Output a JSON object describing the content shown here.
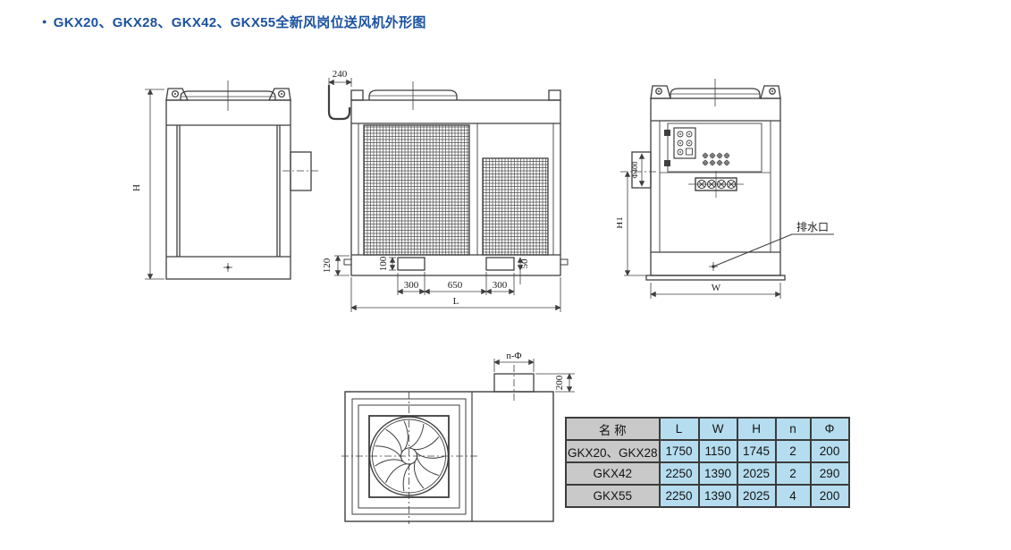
{
  "title": {
    "bullet": "●",
    "text": "GKX20、GKX28、GKX42、GKX55全新风岗位送风机外形图"
  },
  "drawings": {
    "front": {
      "height": "H"
    },
    "side": {
      "top_width": "240",
      "base_height": "120",
      "slot_left_height": "100",
      "slot_right_height": "50",
      "span_left": "300",
      "span_mid": "650",
      "span_right": "300",
      "length": "L"
    },
    "rear": {
      "duct_dia": "Φ400",
      "height1": "H1",
      "width": "W",
      "drain_label": "排水口"
    },
    "bottom": {
      "duct_label": "n-Φ",
      "duct_depth": "200"
    }
  },
  "table": {
    "headers": [
      "名 称",
      "L",
      "W",
      "H",
      "n",
      "Φ"
    ],
    "rows": [
      [
        "GKX20、GKX28",
        "1750",
        "1150",
        "1745",
        "2",
        "200"
      ],
      [
        "GKX42",
        "2250",
        "1390",
        "2025",
        "2",
        "290"
      ],
      [
        "GKX55",
        "2250",
        "1390",
        "2025",
        "4",
        "200"
      ]
    ]
  },
  "colors": {
    "title_blue": "#1b52a0",
    "drawing_line": "#3f3f3f",
    "table_border": "#3c3c3c",
    "table_name_bg": "#c9c9c9",
    "table_value_bg": "#b5ddef"
  }
}
